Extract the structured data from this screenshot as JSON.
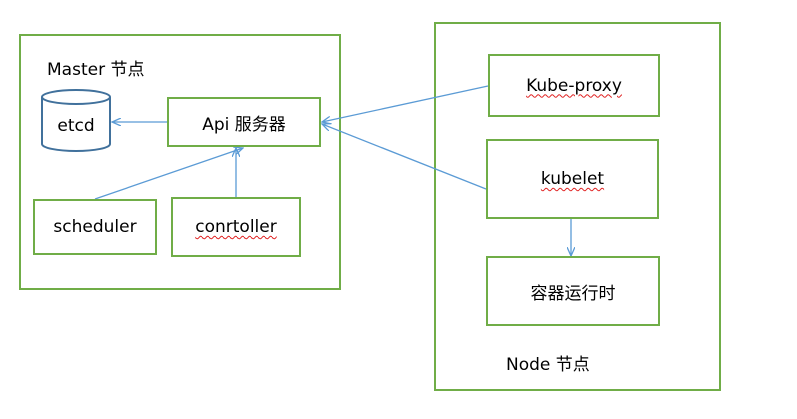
{
  "master": {
    "label": "Master 节点",
    "etcd": "etcd",
    "api_server": "Api 服务器",
    "scheduler": "scheduler",
    "controller": "conrtoller"
  },
  "node": {
    "label": "Node 节点",
    "kube_proxy": "Kube-proxy",
    "kubelet": "kubelet",
    "container_runtime": "容器运行时"
  },
  "colors": {
    "box_border": "#70ad47",
    "cylinder_stroke": "#41719c",
    "arrow": "#5b9bd5",
    "spellcheck": "#e02020"
  }
}
